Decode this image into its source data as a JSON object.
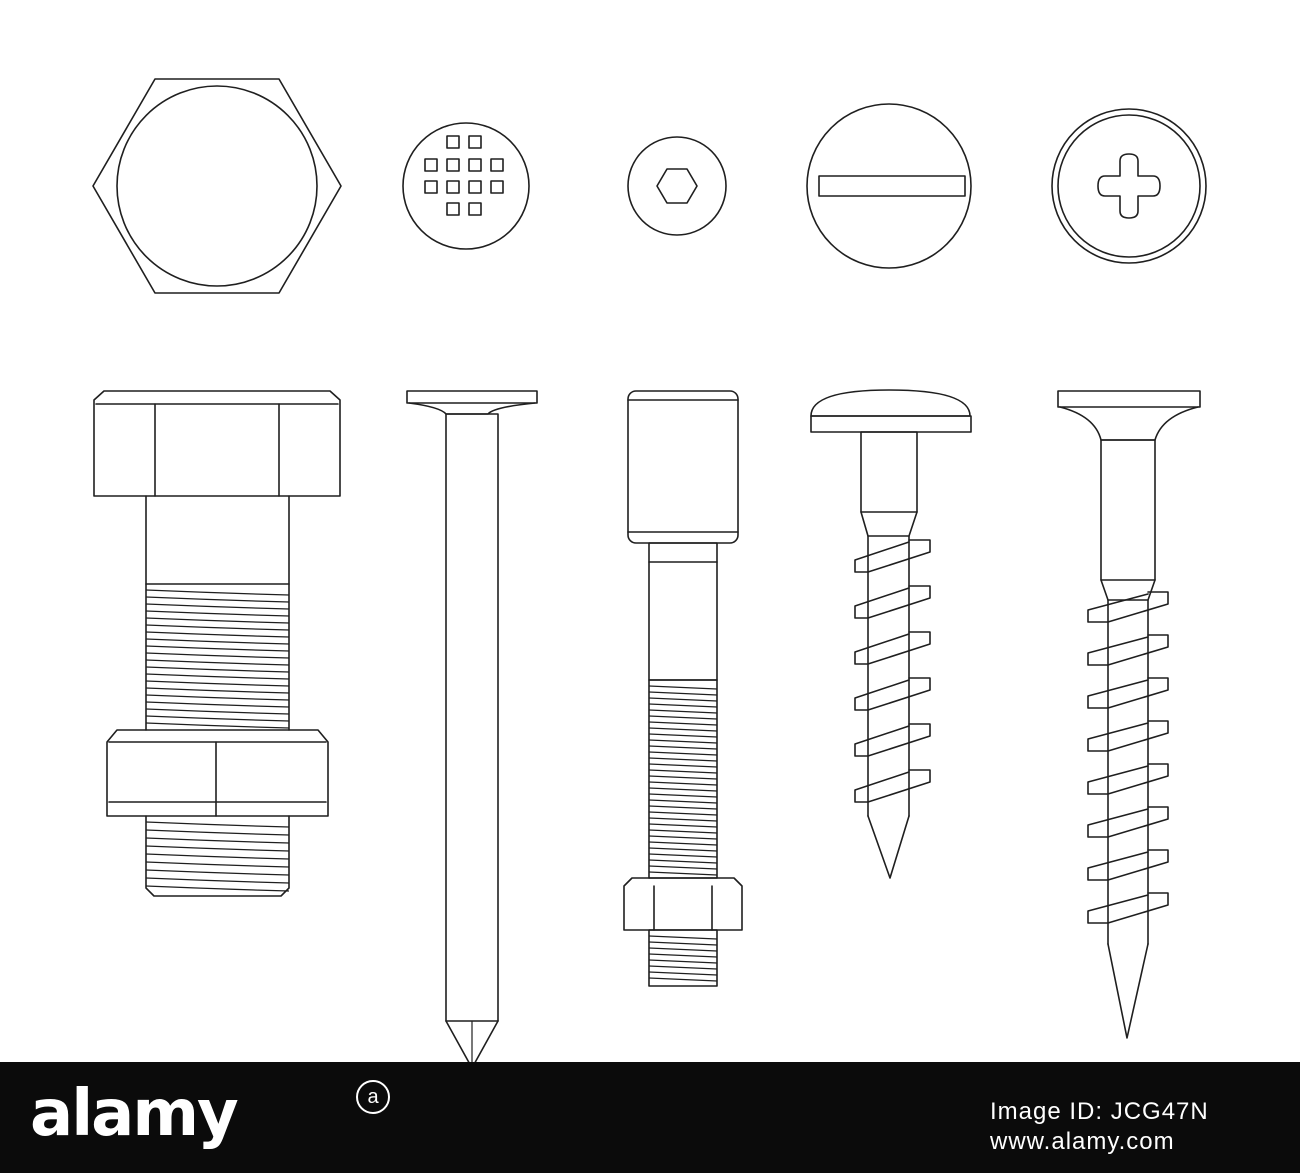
{
  "illustration": {
    "style": "black outline on white",
    "stroke_color": "#1f1f1f",
    "background": "#ffffff",
    "heads": [
      "hex-bolt-head",
      "grid-pattern-head",
      "hex-socket-head",
      "slotted-screw-head",
      "phillips-screw-head"
    ],
    "fasteners": [
      "hex-bolt-with-nut",
      "nail",
      "socket-cap-bolt-with-nut",
      "truss-head-screw",
      "countersunk-wood-screw"
    ]
  },
  "footer": {
    "background": "#0b0b0b",
    "brand": "alamy",
    "brand_mark": "a",
    "image_id_label": "Image ID: JCG47N",
    "url": "www.alamy.com"
  }
}
